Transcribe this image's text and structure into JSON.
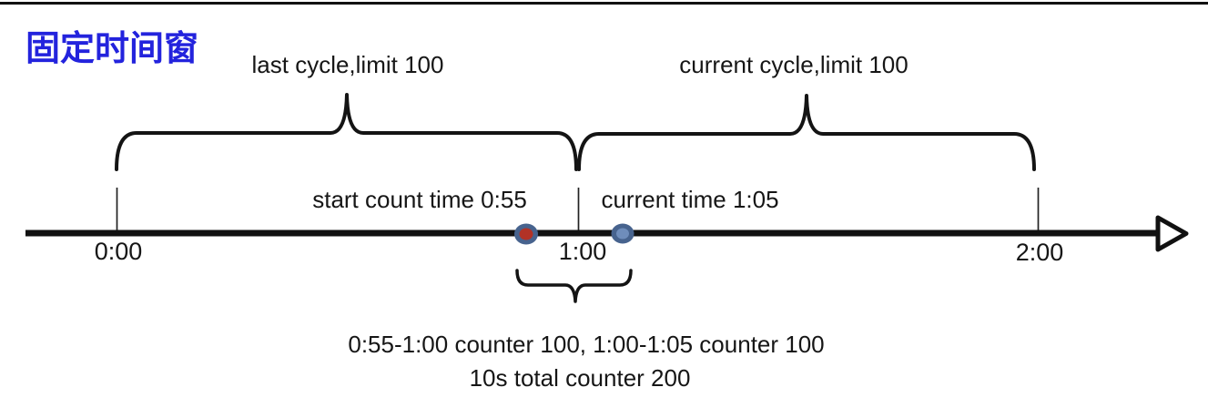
{
  "title": {
    "text": "固定时间窗",
    "color": "#2323dd"
  },
  "cycles": {
    "last_label": "last cycle,limit 100",
    "current_label": "current cycle,limit 100"
  },
  "timeline": {
    "tick_labels": [
      "0:00",
      "1:00",
      "2:00"
    ],
    "arrow_icon": "right-triangle",
    "line_color": "#111111",
    "markers": {
      "start": {
        "label": "start count time 0:55",
        "dot_outer_color": "#47638e",
        "dot_inner_color": "#b23226"
      },
      "current": {
        "label": "current time 1:05",
        "dot_outer_color": "#47638e",
        "dot_inner_color": "#6f8dbb"
      }
    }
  },
  "window_annotation": {
    "line1": "0:55-1:00 counter 100, 1:00-1:05 counter 100",
    "line2": "10s total counter 200"
  }
}
